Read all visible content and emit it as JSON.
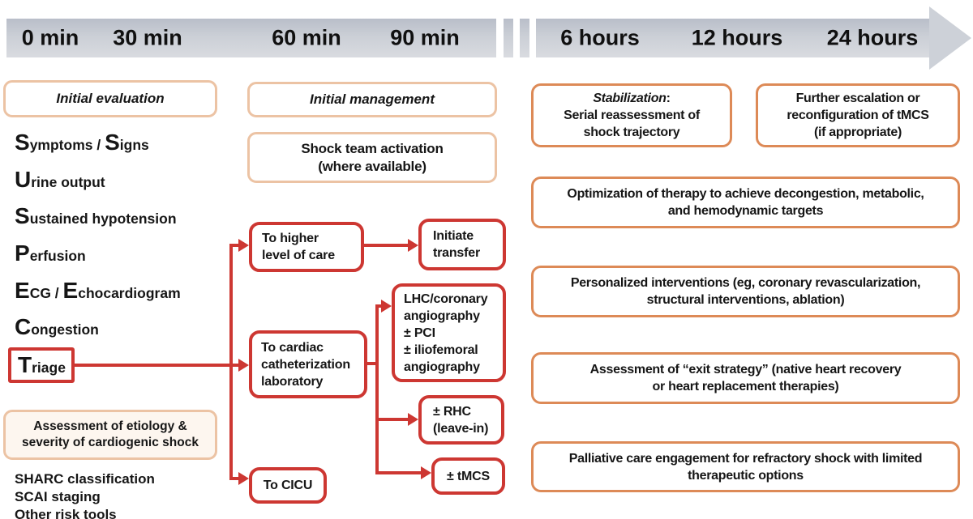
{
  "timeline": {
    "labels": [
      "0 min",
      "30 min",
      "60 min",
      "90 min",
      "6 hours",
      "12 hours",
      "24 hours"
    ]
  },
  "left": {
    "header": "Initial evaluation",
    "suspect": [
      {
        "b1": "S",
        "r1": "ymptoms / ",
        "b2": "S",
        "r2": "igns"
      },
      {
        "b1": "U",
        "r1": "rine output"
      },
      {
        "b1": "S",
        "r1": "ustained hypotension"
      },
      {
        "b1": "P",
        "r1": "erfusion"
      },
      {
        "b1": "E",
        "r1": "CG / ",
        "b2": "E",
        "r2": "chocardiogram"
      },
      {
        "b1": "C",
        "r1": "ongestion"
      }
    ],
    "triage": {
      "b1": "T",
      "r1": "riage"
    },
    "assessment": {
      "line1": "Assessment of etiology &",
      "line2": "severity of cardiogenic shock"
    },
    "risk_tools": [
      {
        "lead": "SHARC",
        "rest": " classification"
      },
      {
        "lead": "SCAI",
        "rest": " staging"
      },
      {
        "lead": "",
        "rest": "Other risk tools"
      }
    ]
  },
  "middle": {
    "header": "Initial management",
    "shock_team": {
      "line1": "Shock team activation",
      "line2": "(where available)"
    },
    "higher_care": {
      "line1": "To higher",
      "line2": "level of care"
    },
    "initiate_transfer": {
      "line1": "Initiate",
      "line2": "transfer"
    },
    "cath_lab": {
      "line1": "To cardiac",
      "line2": "catheterization",
      "line3": "laboratory"
    },
    "lhc": {
      "line1": "LHC/coronary",
      "line2": "angiography",
      "line3": "± PCI",
      "line4": "± iliofemoral",
      "line5": "angiography"
    },
    "rhc": {
      "line1": "± RHC",
      "line2": "(leave-in)"
    },
    "tmcs": "± tMCS",
    "cicu": "To CICU"
  },
  "right": {
    "stabilization": {
      "title_italic": "Stabilization",
      "colon": ":",
      "line2": "Serial reassessment of",
      "line3": "shock trajectory"
    },
    "escalation": {
      "line1": "Further escalation or",
      "line2": "reconfiguration of tMCS",
      "line3": "(if appropriate)"
    },
    "optimization": {
      "line1": "Optimization of therapy to achieve decongestion, metabolic,",
      "line2": "and hemodynamic targets"
    },
    "personalized": {
      "line1": "Personalized interventions (eg, coronary revascularization,",
      "line2": "structural interventions, ablation)"
    },
    "exit_strategy": {
      "line1": "Assessment of “exit strategy” (native heart recovery",
      "line2": "or heart replacement therapies)"
    },
    "palliative": {
      "line1": "Palliative care engagement for refractory shock with limited",
      "line2": "therapeutic options"
    }
  },
  "colors": {
    "red": "#cd3732",
    "peach": "#ecc3a4",
    "orange": "#dd8a57",
    "bar_gray": "#cbcfd6"
  }
}
